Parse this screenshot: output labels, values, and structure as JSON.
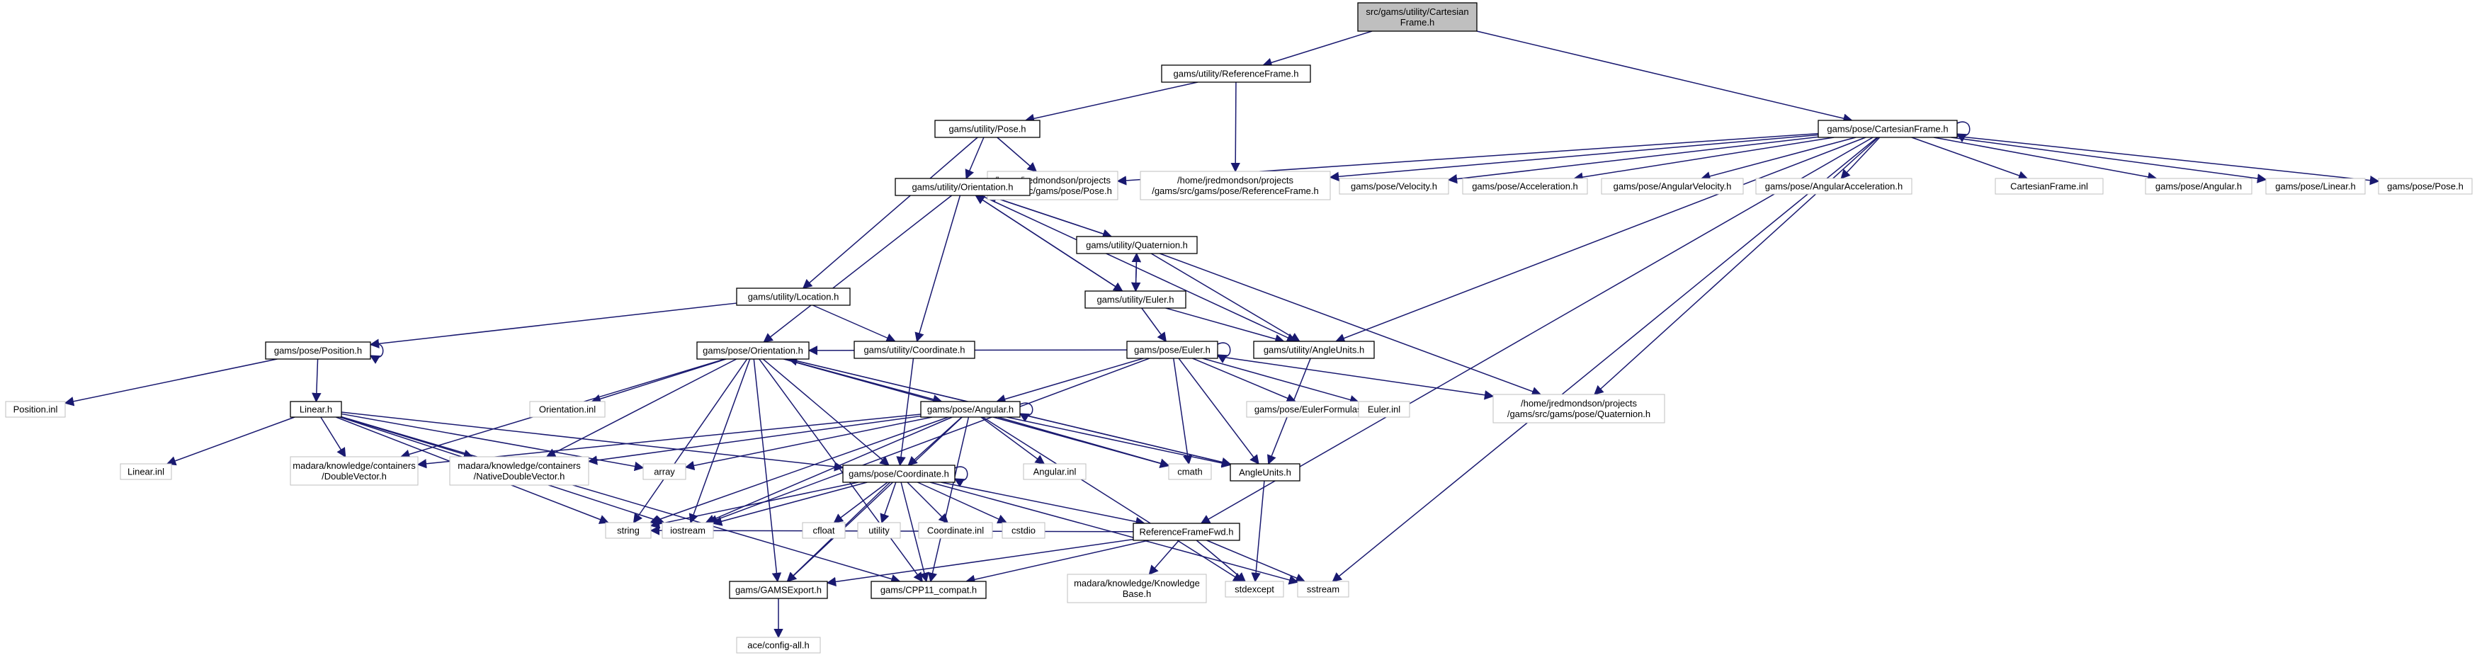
{
  "diagram": {
    "title": "Include dependency graph for CartesianFrame.h",
    "colors": {
      "edge": "#191970",
      "node_border": "#000000",
      "external_border": "#bfbfbf",
      "root_fill": "#bfbfbf",
      "node_fill": "#ffffff"
    },
    "nodes": [
      {
        "id": "root",
        "lines": [
          "src/gams/utility/Cartesian",
          "Frame.h"
        ]
      },
      {
        "id": "ReferenceFrame_h",
        "lines": [
          "gams/utility/ReferenceFrame.h"
        ]
      },
      {
        "id": "CartesianFrame_h",
        "lines": [
          "gams/pose/CartesianFrame.h"
        ]
      },
      {
        "id": "Pose_h",
        "lines": [
          "gams/utility/Pose.h"
        ]
      },
      {
        "id": "home_Pose_h",
        "lines": [
          "/home/jredmondson/projects",
          "/gams/src/gams/pose/Pose.h"
        ]
      },
      {
        "id": "home_RefFrame_h",
        "lines": [
          "/home/jredmondson/projects",
          "/gams/src/gams/pose/ReferenceFrame.h"
        ]
      },
      {
        "id": "pose_Velocity_h",
        "lines": [
          "gams/pose/Velocity.h"
        ]
      },
      {
        "id": "pose_Acceleration_h",
        "lines": [
          "gams/pose/Acceleration.h"
        ]
      },
      {
        "id": "pose_AngularVelocity_h",
        "lines": [
          "gams/pose/AngularVelocity.h"
        ]
      },
      {
        "id": "pose_AngularAcceleration_h",
        "lines": [
          "gams/pose/AngularAcceleration.h"
        ]
      },
      {
        "id": "CartesianFrame_inl",
        "lines": [
          "CartesianFrame.inl"
        ]
      },
      {
        "id": "pose_Angular_h_ext",
        "lines": [
          "gams/pose/Angular.h"
        ]
      },
      {
        "id": "pose_Linear_h",
        "lines": [
          "gams/pose/Linear.h"
        ]
      },
      {
        "id": "pose_Pose_h",
        "lines": [
          "gams/pose/Pose.h"
        ]
      },
      {
        "id": "util_Orientation_h",
        "lines": [
          "gams/utility/Orientation.h"
        ]
      },
      {
        "id": "util_Quaternion_h",
        "lines": [
          "gams/utility/Quaternion.h"
        ]
      },
      {
        "id": "util_Euler_h",
        "lines": [
          "gams/utility/Euler.h"
        ]
      },
      {
        "id": "util_Location_h",
        "lines": [
          "gams/utility/Location.h"
        ]
      },
      {
        "id": "util_Coordinate_h",
        "lines": [
          "gams/utility/Coordinate.h"
        ]
      },
      {
        "id": "util_AngleUnits_h",
        "lines": [
          "gams/utility/AngleUnits.h"
        ]
      },
      {
        "id": "pose_Euler_h",
        "lines": [
          "gams/pose/Euler.h"
        ]
      },
      {
        "id": "pose_Position_h",
        "lines": [
          "gams/pose/Position.h"
        ]
      },
      {
        "id": "pose_Orientation_h",
        "lines": [
          "gams/pose/Orientation.h"
        ]
      },
      {
        "id": "Position_inl",
        "lines": [
          "Position.inl"
        ]
      },
      {
        "id": "Orientation_inl",
        "lines": [
          "Orientation.inl"
        ]
      },
      {
        "id": "pose_EulerFormulas_inl",
        "lines": [
          "gams/pose/EulerFormulas.inl"
        ]
      },
      {
        "id": "Euler_inl",
        "lines": [
          "Euler.inl"
        ]
      },
      {
        "id": "home_Quaternion_h",
        "lines": [
          "/home/jredmondson/projects",
          "/gams/src/gams/pose/Quaternion.h"
        ]
      },
      {
        "id": "Linear_h",
        "lines": [
          "Linear.h"
        ]
      },
      {
        "id": "pose_Angular_h",
        "lines": [
          "gams/pose/Angular.h"
        ]
      },
      {
        "id": "Linear_inl",
        "lines": [
          "Linear.inl"
        ]
      },
      {
        "id": "DoubleVector_h",
        "lines": [
          "madara/knowledge/containers",
          "/DoubleVector.h"
        ]
      },
      {
        "id": "NativeDoubleVector_h",
        "lines": [
          "madara/knowledge/containers",
          "/NativeDoubleVector.h"
        ]
      },
      {
        "id": "array",
        "lines": [
          "array"
        ]
      },
      {
        "id": "Angular_inl",
        "lines": [
          "Angular.inl"
        ]
      },
      {
        "id": "cmath",
        "lines": [
          "cmath"
        ]
      },
      {
        "id": "AngleUnits_h",
        "lines": [
          "AngleUnits.h"
        ]
      },
      {
        "id": "pose_Coordinate_h",
        "lines": [
          "gams/pose/Coordinate.h"
        ]
      },
      {
        "id": "string",
        "lines": [
          "string"
        ]
      },
      {
        "id": "iostream",
        "lines": [
          "iostream"
        ]
      },
      {
        "id": "cfloat",
        "lines": [
          "cfloat"
        ]
      },
      {
        "id": "utility",
        "lines": [
          "utility"
        ]
      },
      {
        "id": "Coordinate_inl",
        "lines": [
          "Coordinate.inl"
        ]
      },
      {
        "id": "cstdio",
        "lines": [
          "cstdio"
        ]
      },
      {
        "id": "ReferenceFrameFwd_h",
        "lines": [
          "ReferenceFrameFwd.h"
        ]
      },
      {
        "id": "KnowledgeBase_h",
        "lines": [
          "madara/knowledge/Knowledge",
          "Base.h"
        ]
      },
      {
        "id": "stdexcept",
        "lines": [
          "stdexcept"
        ]
      },
      {
        "id": "sstream",
        "lines": [
          "sstream"
        ]
      },
      {
        "id": "GAMSExport_h",
        "lines": [
          "gams/GAMSExport.h"
        ]
      },
      {
        "id": "CPP11_compat_h",
        "lines": [
          "gams/CPP11_compat.h"
        ]
      },
      {
        "id": "ace_config_all_h",
        "lines": [
          "ace/config-all.h"
        ]
      }
    ]
  }
}
